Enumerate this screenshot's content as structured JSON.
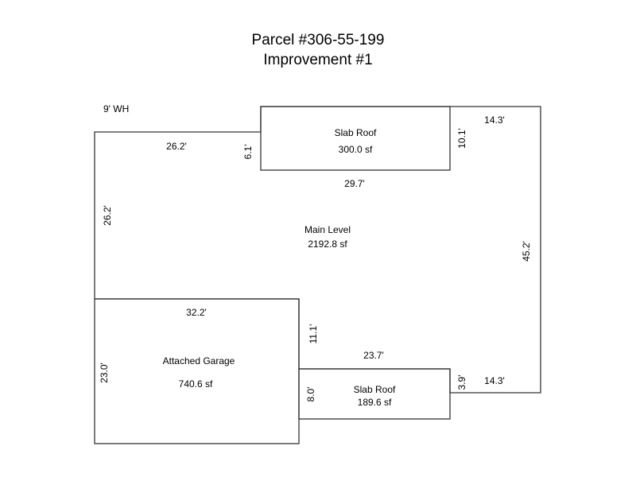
{
  "title": {
    "line1": "Parcel #306-55-199",
    "line2": "Improvement #1"
  },
  "note": "9' WH",
  "areas": {
    "main": {
      "name": "Main Level",
      "area": "2192.8 sf"
    },
    "slab_top": {
      "name": "Slab Roof",
      "area": "300.0 sf"
    },
    "garage": {
      "name": "Attached Garage",
      "area": "740.6 sf"
    },
    "slab_bottom": {
      "name": "Slab Roof",
      "area": "189.6 sf"
    }
  },
  "dimensions": {
    "main_top_left": "26.2'",
    "slab_top_left": "6.1'",
    "slab_top_right": "10.1'",
    "main_top_right": "14.3'",
    "slab_top_bottom": "29.7'",
    "main_left": "26.2'",
    "main_right": "45.2'",
    "garage_top": "32.2'",
    "garage_right": "11.1'",
    "garage_left": "23.0'",
    "slab_bottom_top": "23.7'",
    "slab_bottom_left": "8.0'",
    "slab_bottom_right": "3.9'",
    "main_bottom_right": "14.3'"
  }
}
